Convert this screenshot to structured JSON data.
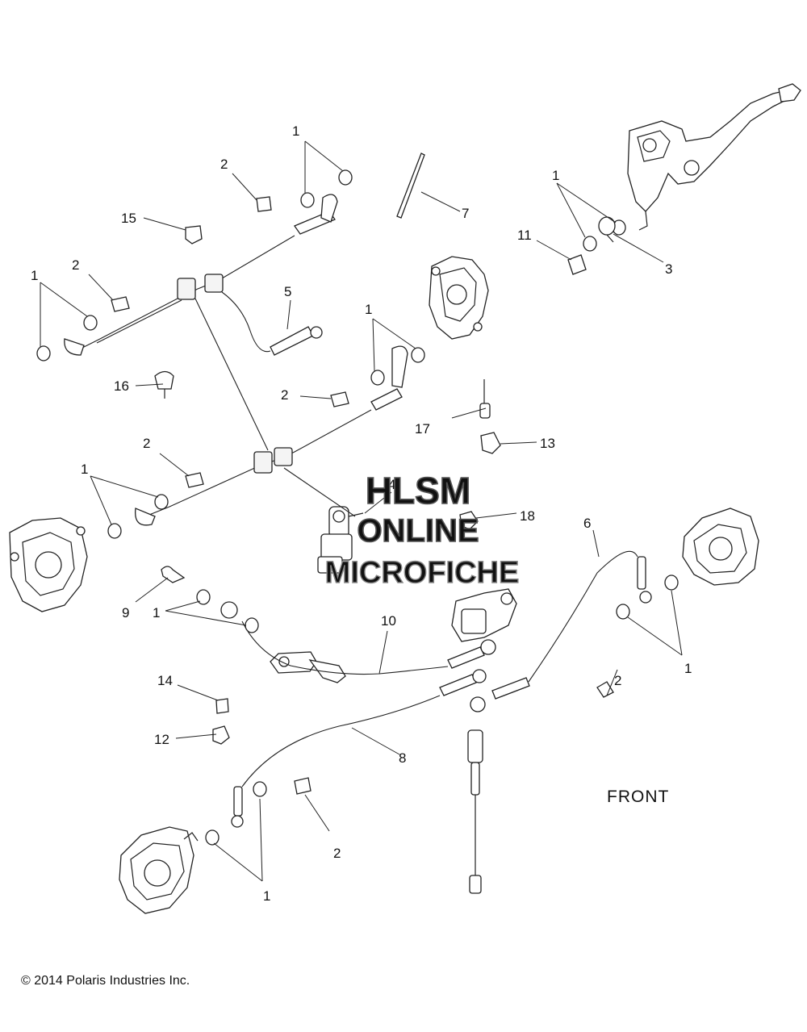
{
  "callouts": {
    "c1a": "1",
    "c1b": "1",
    "c1c": "1",
    "c1d": "1",
    "c1e": "1",
    "c1f": "1",
    "c1g": "1",
    "c1h": "1",
    "c2a": "2",
    "c2b": "2",
    "c2c": "2",
    "c2d": "2",
    "c2e": "2",
    "c2f": "2",
    "c3": "3",
    "c4": "4",
    "c5": "5",
    "c6": "6",
    "c7": "7",
    "c8": "8",
    "c9": "9",
    "c10": "10",
    "c11": "11",
    "c12": "12",
    "c13": "13",
    "c14": "14",
    "c15": "15",
    "c16": "16",
    "c17": "17",
    "c18": "18"
  },
  "watermark": {
    "line1": "HLSM",
    "line2": "ONLINE",
    "line3": "MICROFICHE"
  },
  "front_label": "FRONT",
  "copyright": "© 2014 Polaris Industries Inc."
}
